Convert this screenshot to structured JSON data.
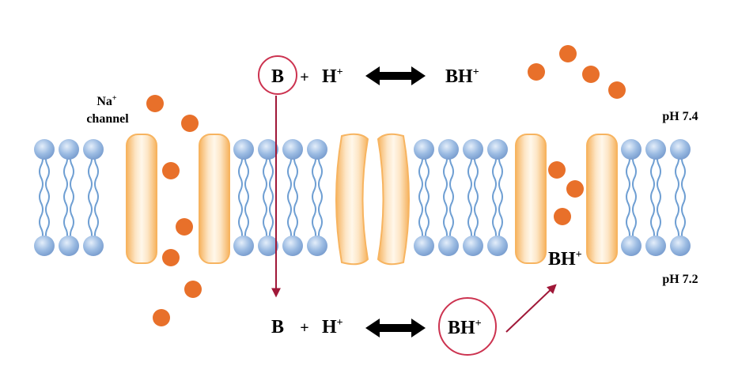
{
  "labels": {
    "channel_ion": "Na",
    "channel_sup": "+",
    "channel_word": "channel",
    "ph_top": "pH 7.4",
    "ph_bottom": "pH 7.2",
    "bh_inside": "BH",
    "bh_inside_sup": "+"
  },
  "equation_top": {
    "base": "B",
    "plus": "+",
    "proton": "H",
    "proton_sup": "+",
    "product": "BH",
    "product_sup": "+"
  },
  "equation_bottom": {
    "base": "B",
    "plus": "+",
    "proton": "H",
    "proton_sup": "+",
    "product": "BH",
    "product_sup": "+"
  },
  "colors": {
    "membrane_head": "#9bbbe2",
    "membrane_tail": "#6f9fd3",
    "protein": "#f9c98a",
    "protein_core": "#fff4e2",
    "ion": "#e8702a",
    "highlight_circle": "#cc3350",
    "arrow_red": "#a01838",
    "arrow_black": "#000000"
  },
  "icons": {
    "equilibrium_arrow": "double-headed-arrow-icon",
    "ion_dot": "sodium-ion-dot-icon"
  }
}
